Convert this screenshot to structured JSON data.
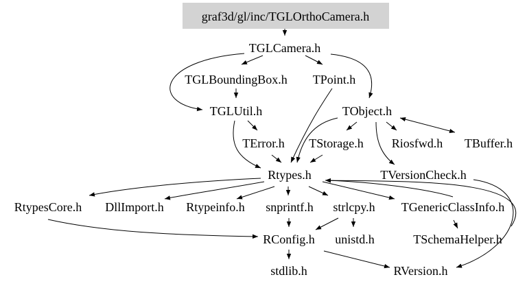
{
  "diagram": {
    "root_fill": "#d3d3d3",
    "nodes": [
      {
        "id": "root",
        "label": "graf3d/gl/inc/TGLOrthoCamera.h"
      },
      {
        "id": "tglcamera",
        "label": "TGLCamera.h"
      },
      {
        "id": "tglboundingbox",
        "label": "TGLBoundingBox.h"
      },
      {
        "id": "tpoint",
        "label": "TPoint.h"
      },
      {
        "id": "tglutil",
        "label": "TGLUtil.h"
      },
      {
        "id": "tobject",
        "label": "TObject.h"
      },
      {
        "id": "terror",
        "label": "TError.h"
      },
      {
        "id": "tstorage",
        "label": "TStorage.h"
      },
      {
        "id": "riosfwd",
        "label": "Riosfwd.h"
      },
      {
        "id": "tbuffer",
        "label": "TBuffer.h"
      },
      {
        "id": "rtypes",
        "label": "Rtypes.h"
      },
      {
        "id": "tversioncheck",
        "label": "TVersionCheck.h"
      },
      {
        "id": "rtypescore",
        "label": "RtypesCore.h"
      },
      {
        "id": "dllimport",
        "label": "DllImport.h"
      },
      {
        "id": "rtypeinfo",
        "label": "Rtypeinfo.h"
      },
      {
        "id": "snprintf",
        "label": "snprintf.h"
      },
      {
        "id": "strlcpy",
        "label": "strlcpy.h"
      },
      {
        "id": "tgenericclassinfo",
        "label": "TGenericClassInfo.h"
      },
      {
        "id": "rconfig",
        "label": "RConfig.h"
      },
      {
        "id": "unistd",
        "label": "unistd.h"
      },
      {
        "id": "tschemahelper",
        "label": "TSchemaHelper.h"
      },
      {
        "id": "stdlib",
        "label": "stdlib.h"
      },
      {
        "id": "rversion",
        "label": "RVersion.h"
      }
    ],
    "edges": [
      {
        "from": "root",
        "to": "tglcamera"
      },
      {
        "from": "tglcamera",
        "to": "tglboundingbox"
      },
      {
        "from": "tglcamera",
        "to": "tpoint"
      },
      {
        "from": "tglcamera",
        "to": "tglutil"
      },
      {
        "from": "tglcamera",
        "to": "tobject"
      },
      {
        "from": "tglboundingbox",
        "to": "tglutil"
      },
      {
        "from": "tpoint",
        "to": "rtypes"
      },
      {
        "from": "tglutil",
        "to": "terror"
      },
      {
        "from": "tglutil",
        "to": "rtypes"
      },
      {
        "from": "tobject",
        "to": "rtypes"
      },
      {
        "from": "tobject",
        "to": "tstorage"
      },
      {
        "from": "tobject",
        "to": "riosfwd"
      },
      {
        "from": "tobject",
        "to": "tbuffer"
      },
      {
        "from": "tobject",
        "to": "tversioncheck"
      },
      {
        "from": "tbuffer",
        "to": "tobject"
      },
      {
        "from": "terror",
        "to": "rtypes"
      },
      {
        "from": "tstorage",
        "to": "rtypes"
      },
      {
        "from": "tversioncheck",
        "to": "rversion"
      },
      {
        "from": "rtypes",
        "to": "rtypescore"
      },
      {
        "from": "rtypes",
        "to": "dllimport"
      },
      {
        "from": "rtypes",
        "to": "rtypeinfo"
      },
      {
        "from": "rtypes",
        "to": "snprintf"
      },
      {
        "from": "rtypes",
        "to": "strlcpy"
      },
      {
        "from": "rtypes",
        "to": "tgenericclassinfo"
      },
      {
        "from": "tgenericclassinfo",
        "to": "rtypes"
      },
      {
        "from": "tgenericclassinfo",
        "to": "tschemahelper"
      },
      {
        "from": "tschemahelper",
        "to": "rtypes"
      },
      {
        "from": "rtypescore",
        "to": "rconfig"
      },
      {
        "from": "snprintf",
        "to": "rconfig"
      },
      {
        "from": "strlcpy",
        "to": "rconfig"
      },
      {
        "from": "strlcpy",
        "to": "unistd"
      },
      {
        "from": "rconfig",
        "to": "stdlib"
      },
      {
        "from": "rconfig",
        "to": "rversion"
      }
    ]
  }
}
